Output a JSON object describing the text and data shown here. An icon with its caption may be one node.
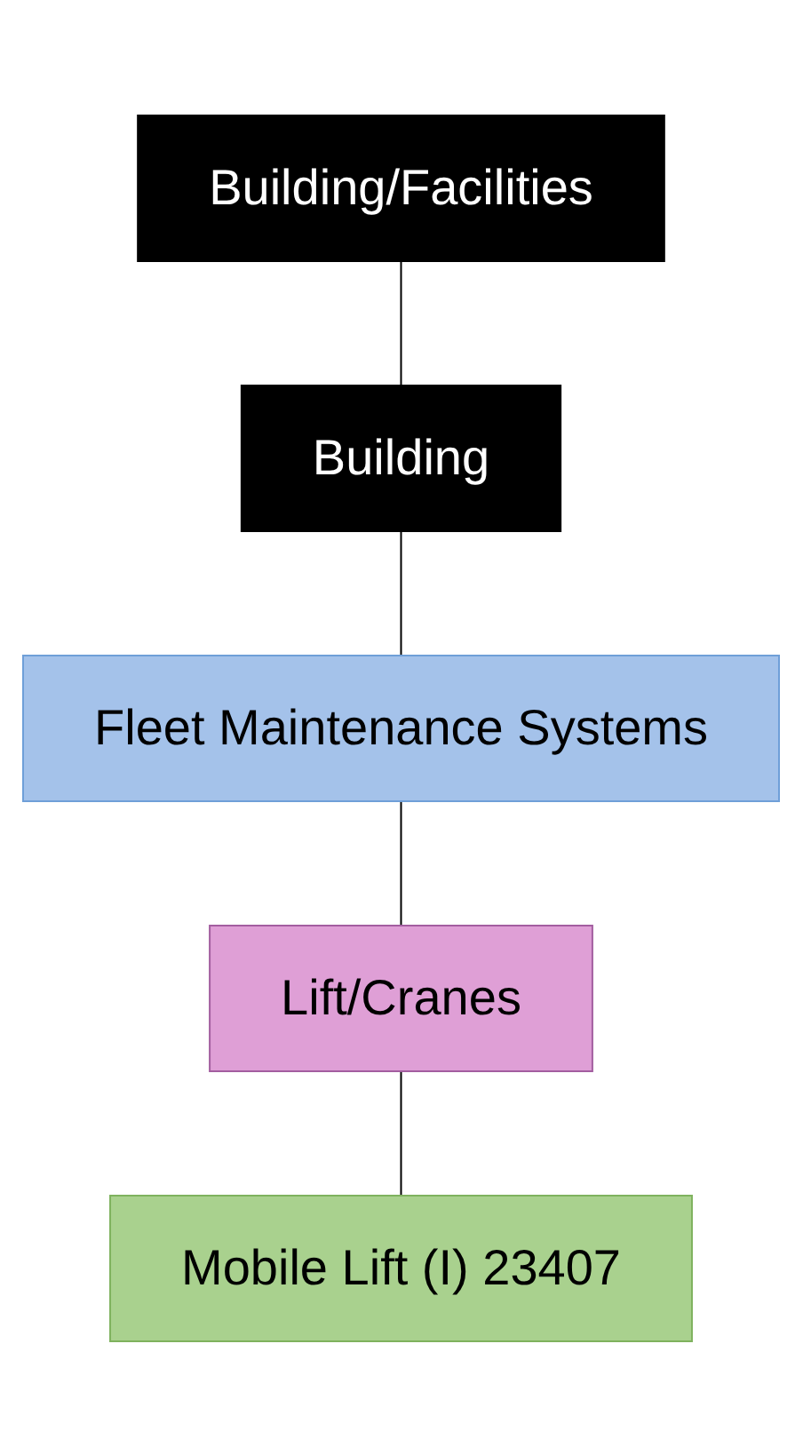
{
  "diagram": {
    "nodes": [
      {
        "text": [
          "Building/Facilities"
        ]
      },
      {
        "text": [
          "Building"
        ]
      },
      {
        "text": [
          "Fleet Maintenance Systems"
        ]
      },
      {
        "text": [
          "Lift/Cranes"
        ]
      },
      {
        "text": [
          "Mobile Lift (I) 23407"
        ]
      }
    ],
    "edges": [
      {
        "from": 0,
        "to": 1,
        "arrow": "none"
      },
      {
        "from": 1,
        "to": 2,
        "arrow": "none"
      },
      {
        "from": 2,
        "to": 3,
        "arrow": "none"
      },
      {
        "from": 3,
        "to": 4,
        "arrow": "none"
      }
    ]
  }
}
